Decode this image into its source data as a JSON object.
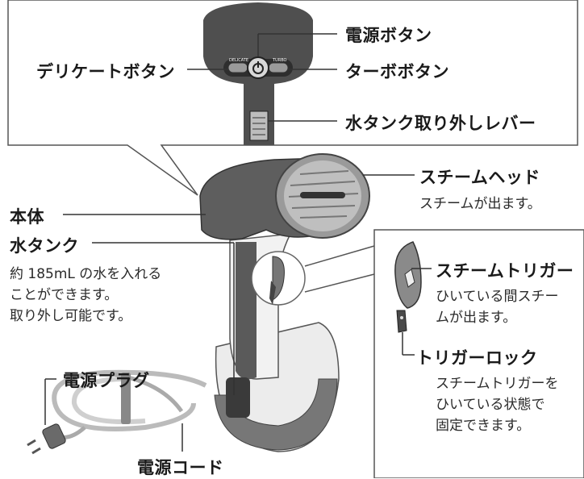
{
  "buttons_panel": {
    "power_button": "電源ボタン",
    "delicate_button": "デリケートボタン",
    "turbo_button": "ターボボタン",
    "tank_release_lever": "水タンク取り外しレバー",
    "tag_delicate": "DELICATE",
    "tag_turbo": "TURBO"
  },
  "main": {
    "body": "本体",
    "steam_head": "スチームヘッド",
    "steam_head_desc": "スチームが出ます。",
    "water_tank": "水タンク",
    "water_tank_desc": [
      "約 185mL の水を入れる",
      "ことができます。",
      "取り外し可能です。"
    ],
    "power_plug": "電源プラグ",
    "power_cord": "電源コード"
  },
  "trigger_panel": {
    "steam_trigger": "スチームトリガー",
    "steam_trigger_desc": [
      "ひいている間スチー",
      "ムが出ます。"
    ],
    "trigger_lock": "トリガーロック",
    "trigger_lock_desc": [
      "スチームトリガーを",
      "ひいている状態で",
      "固定できます。"
    ]
  }
}
